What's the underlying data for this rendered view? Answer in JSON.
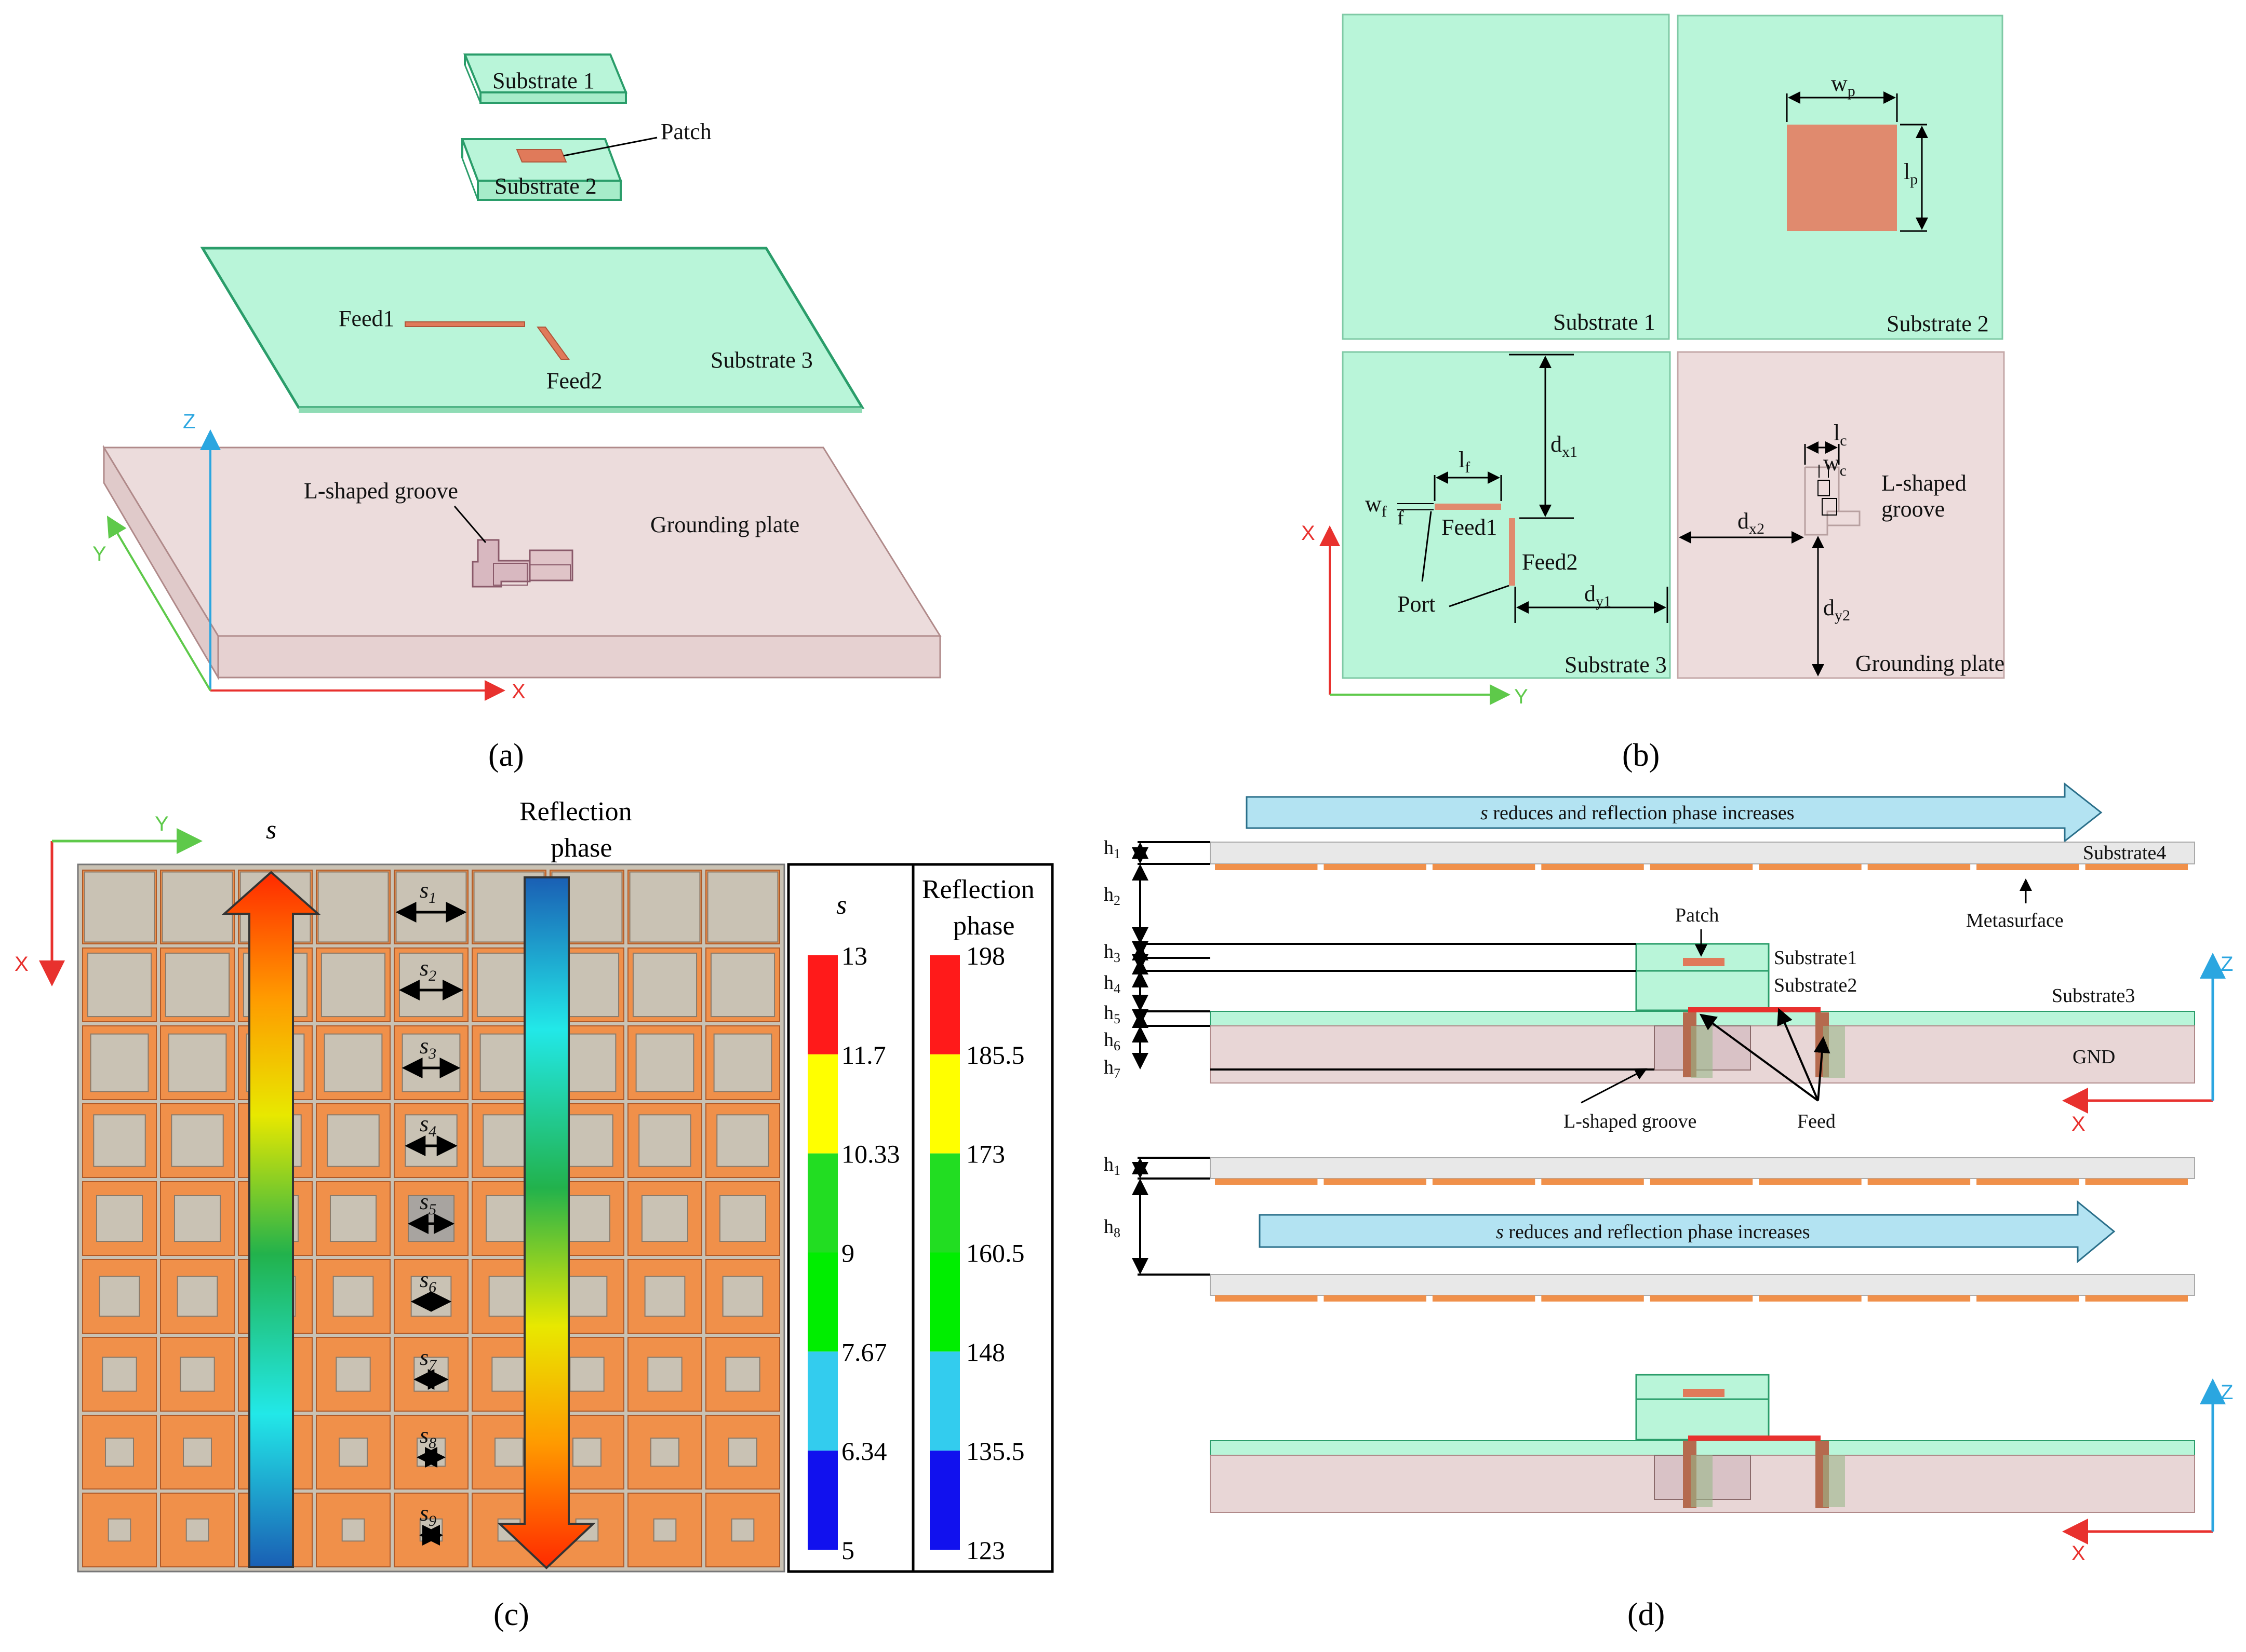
{
  "colors": {
    "substrate_fill": "#b9f5d9",
    "substrate_edge": "#2a9d6a",
    "ground_fill": "#e9d6d6",
    "ground_edge": "#b08a8a",
    "copper": "#e08a6e",
    "metasurface": "#f0904a",
    "cell_gray": "#c9c2b4",
    "axis_x": "#e8312e",
    "axis_y": "#5ec94a",
    "axis_z": "#2ba6e0",
    "band_arrow": "#b3e3f2"
  },
  "panel_a": {
    "caption": "(a)",
    "substrate1": "Substrate 1",
    "substrate2": "Substrate 2",
    "patch": "Patch",
    "feed1": "Feed1",
    "feed2": "Feed2",
    "substrate3": "Substrate 3",
    "groove": "L-shaped groove",
    "ground": "Grounding plate",
    "axis_x": "X",
    "axis_y": "Y",
    "axis_z": "Z"
  },
  "panel_b": {
    "caption": "(b)",
    "substrate1": "Substrate 1",
    "substrate2": "Substrate 2",
    "substrate3": "Substrate 3",
    "ground": "Grounding plate",
    "wp": "w",
    "wp_sub": "p",
    "lp": "l",
    "lp_sub": "p",
    "lf": "l",
    "lf_sub": "f",
    "wf": "w",
    "wf_sub": "f",
    "dx1": "d",
    "dx1_sub": "x1",
    "dx2": "d",
    "dx2_sub": "x2",
    "dy1": "d",
    "dy1_sub": "y1",
    "dy2": "d",
    "dy2_sub": "y2",
    "lc": "l",
    "lc_sub": "c",
    "wc": "w",
    "wc_sub": "c",
    "feed1": "Feed1",
    "feed2": "Feed2",
    "port": "Port",
    "groove_line1": "L-shaped",
    "groove_line2": "groove",
    "axis_x": "X",
    "axis_y": "Y"
  },
  "panel_c": {
    "caption": "(c)",
    "axis_x": "X",
    "axis_y": "Y",
    "s_arrow_label": "s",
    "phase_label_1": "Reflection",
    "phase_label_2": "phase",
    "s_labels": [
      "s1",
      "s2",
      "s3",
      "s4",
      "s5",
      "s6",
      "s7",
      "s8",
      "s9"
    ],
    "s_label_base": "s",
    "s_label_subs": [
      "1",
      "2",
      "3",
      "4",
      "5",
      "6",
      "7",
      "8",
      "9"
    ],
    "row_inner_fraction": [
      0.95,
      0.86,
      0.78,
      0.7,
      0.62,
      0.54,
      0.46,
      0.38,
      0.3
    ],
    "colorbar_s": {
      "title": "s",
      "ticks": [
        "13",
        "11.7",
        "10.33",
        "9",
        "7.67",
        "6.34",
        "5"
      ],
      "colors": [
        "#ff1a1a",
        "#ffff00",
        "#22dd22",
        "#00ee00",
        "#33ccee",
        "#1111ee"
      ]
    },
    "colorbar_phase": {
      "title_1": "Reflection",
      "title_2": "phase",
      "ticks": [
        "198",
        "185.5",
        "173",
        "160.5",
        "148",
        "135.5",
        "123"
      ],
      "colors": [
        "#ff1a1a",
        "#ffff00",
        "#22dd22",
        "#00ee00",
        "#33ccee",
        "#1111ee"
      ]
    }
  },
  "panel_d": {
    "caption": "(d)",
    "arrow_text_s": "s",
    "arrow_text_rest": " reduces and  reflection phase increases",
    "substrate4": "Substrate4",
    "metasurface": "Metasurface",
    "patch": "Patch",
    "substrate1": "Substrate1",
    "substrate2": "Substrate2",
    "substrate3": "Substrate3",
    "gnd": "GND",
    "groove": "L-shaped groove",
    "feed": "Feed",
    "h": "h",
    "h_subs_top": [
      "1",
      "2",
      "3",
      "4",
      "5",
      "6",
      "7"
    ],
    "h_subs_bottom": [
      "1",
      "8"
    ],
    "axis_x": "X",
    "axis_z": "Z"
  }
}
